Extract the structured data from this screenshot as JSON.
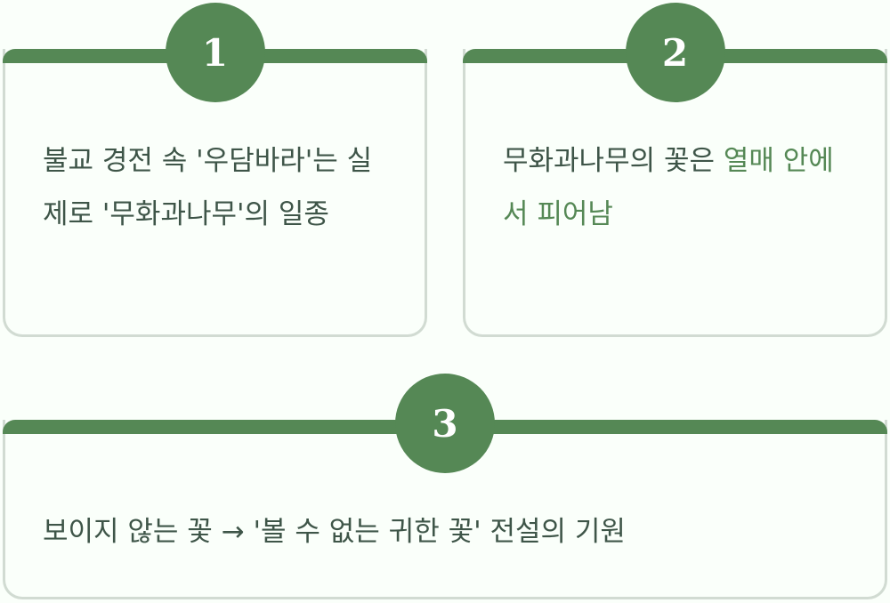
{
  "colors": {
    "accent": "#558855",
    "text": "#3e5548",
    "highlight": "#558855",
    "border": "#d1dbd2",
    "background": "#fafffa"
  },
  "steps": [
    {
      "number": "1",
      "text": "불교 경전 속 '우담바라'는 실제로 '무화과나무'의 일종"
    },
    {
      "number": "2",
      "text_plain": "무화과나무의 꽃은 ",
      "text_highlight": "열매 안에서 피어남"
    },
    {
      "number": "3",
      "text": "보이지 않는 꽃 → '볼 수 없는 귀한 꽃' 전설의 기원"
    }
  ]
}
